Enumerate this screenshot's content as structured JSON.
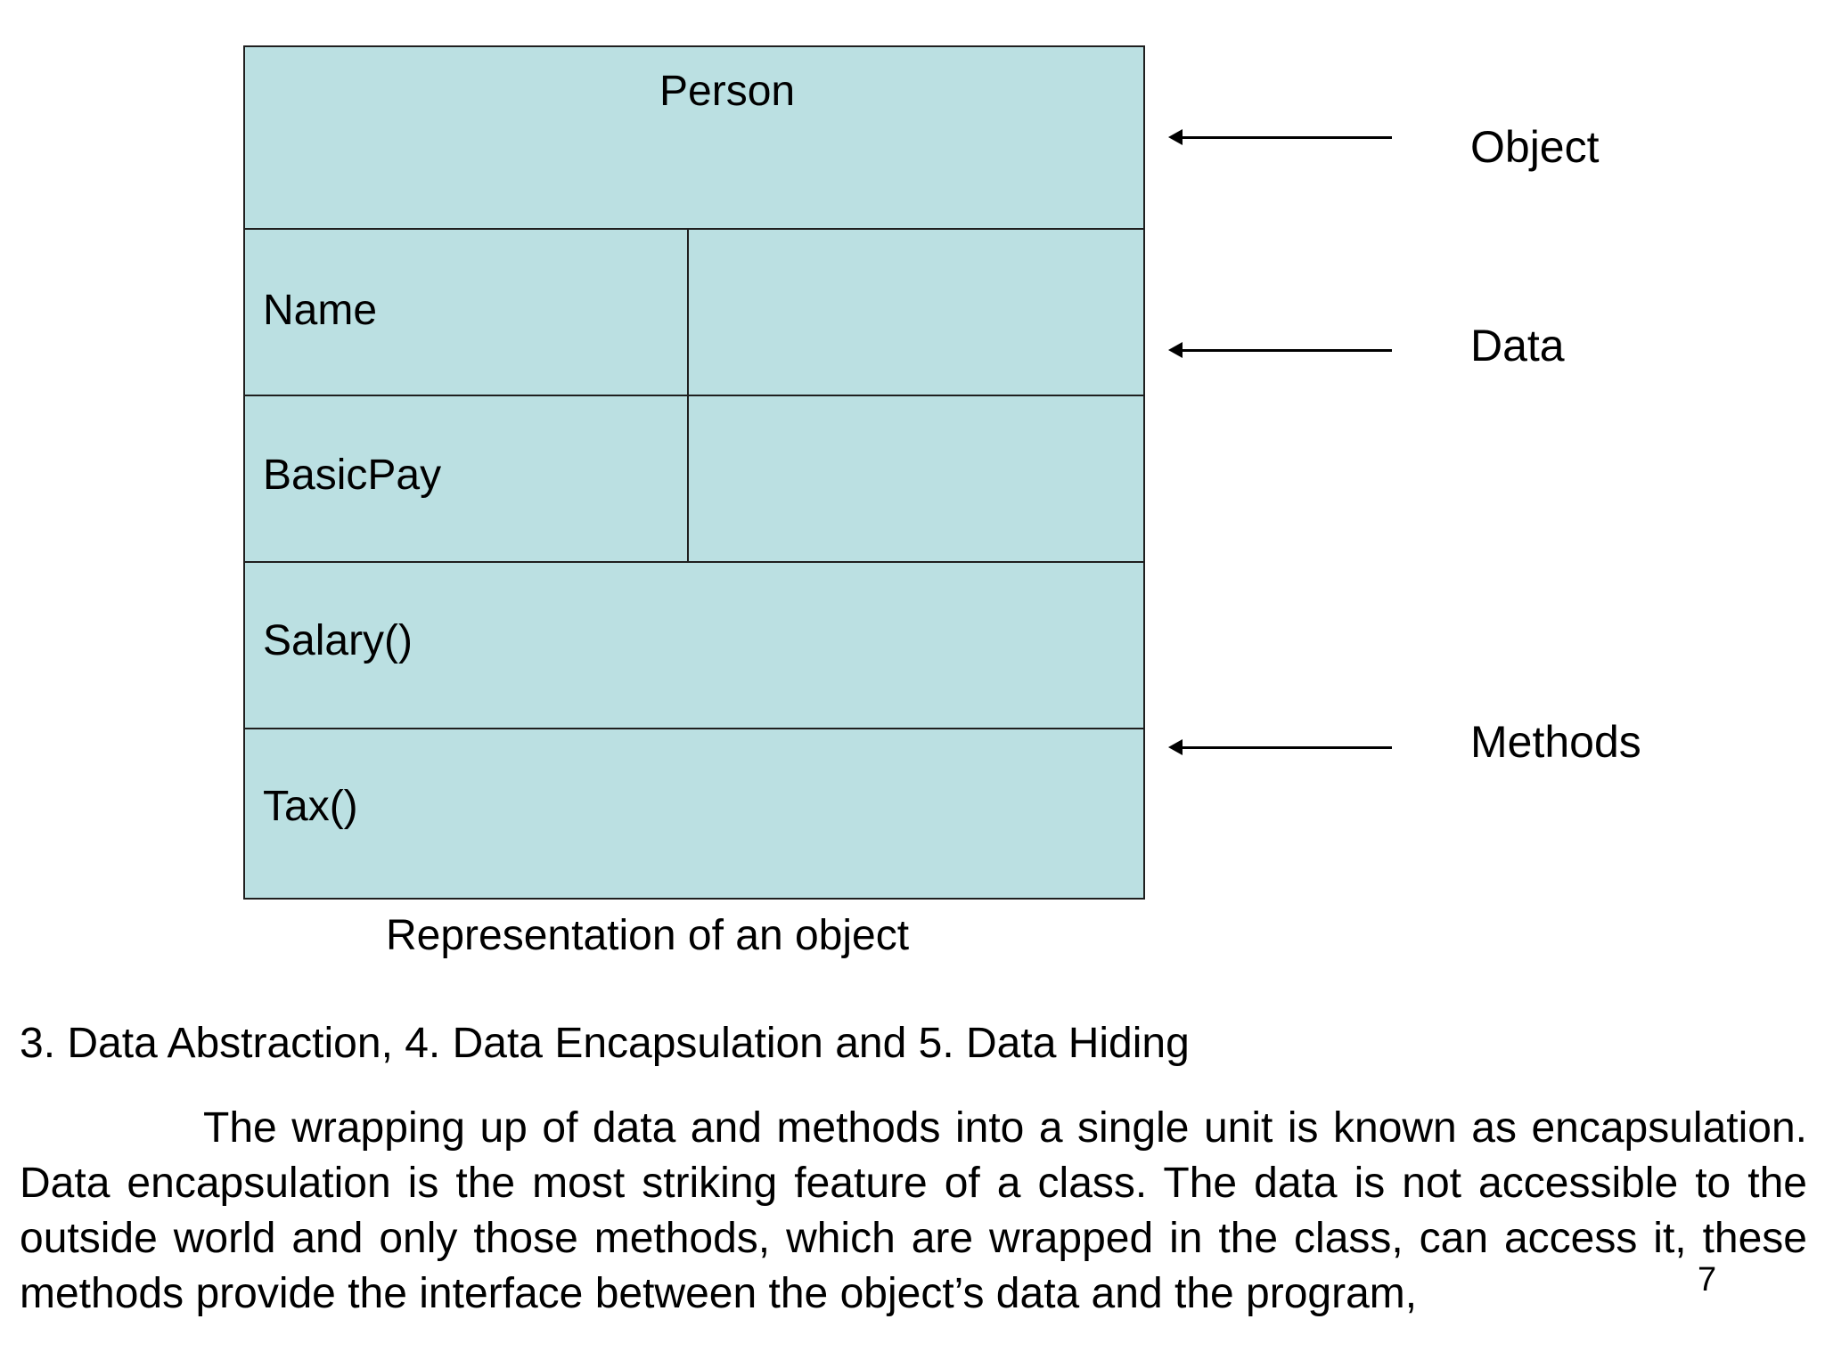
{
  "diagram": {
    "object_name": "Person",
    "data_rows": [
      "Name",
      "BasicPay"
    ],
    "method_rows": [
      "Salary()",
      "Tax()"
    ],
    "fill_color": "#bbe0e2",
    "caption": "Representation of an object"
  },
  "annotations": {
    "object_label": "Object",
    "data_label": "Data",
    "methods_label": "Methods"
  },
  "section": {
    "heading": "3. Data Abstraction, 4. Data Encapsulation and 5. Data Hiding",
    "paragraph": "The wrapping up of data and methods into a single unit is known as encapsulation. Data encapsulation is the most striking feature of a class. The data is not accessible to the outside world and only those methods, which are wrapped in the class, can access it, these methods provide the interface between the object’s data and the program,"
  },
  "page_number": "7"
}
